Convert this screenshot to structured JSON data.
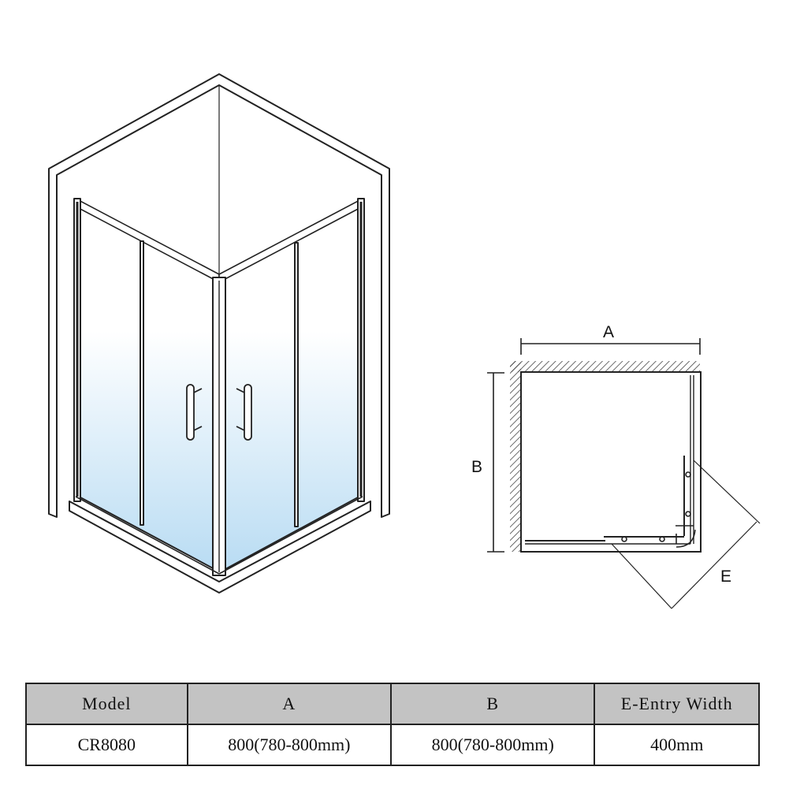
{
  "diagram": {
    "perspective_view": {
      "description": "Isometric corner shower enclosure with two sliding doors and bar handles",
      "glass_gradient": {
        "top": "#ffffff",
        "bottom": "#b9dcf3"
      },
      "line_color": "#222222"
    },
    "plan_view": {
      "labels": {
        "width": "A",
        "depth": "B",
        "entry": "E"
      }
    }
  },
  "table": {
    "headers": [
      "Model",
      "A",
      "B",
      "E-Entry Width"
    ],
    "rows": [
      [
        "CR8080",
        "800(780-800mm)",
        "800(780-800mm)",
        "400mm"
      ]
    ],
    "header_bg": "#c3c3c3"
  }
}
